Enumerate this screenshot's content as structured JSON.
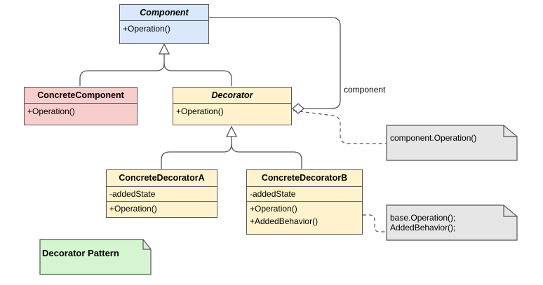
{
  "colors": {
    "component_fill": "#dae8fc",
    "concrete_component_fill": "#f8cecc",
    "decorator_fill": "#fff2cc",
    "note_fill": "#e6e6e6",
    "title_fill": "#d5f5d0",
    "stroke": "#555555"
  },
  "classes": {
    "component": {
      "name": "Component",
      "operations": [
        "+Operation()"
      ]
    },
    "concrete_component": {
      "name": "ConcreteComponent",
      "operations": [
        "+Operation()"
      ]
    },
    "decorator": {
      "name": "Decorator",
      "operations": [
        "+Operation()"
      ]
    },
    "concrete_decorator_a": {
      "name": "ConcreteDecoratorA",
      "attributes": [
        "-addedState"
      ],
      "operations": [
        "+Operation()"
      ]
    },
    "concrete_decorator_b": {
      "name": "ConcreteDecoratorB",
      "attributes": [
        "-addedState"
      ],
      "operations": [
        "+Operation()",
        "+AddedBehavior()"
      ]
    }
  },
  "association_label": "component",
  "notes": {
    "decorator_note": [
      "component.Operation()"
    ],
    "decorator_b_note": [
      "base.Operation();",
      "AddedBehavior();"
    ]
  },
  "title": "Decorator Pattern"
}
